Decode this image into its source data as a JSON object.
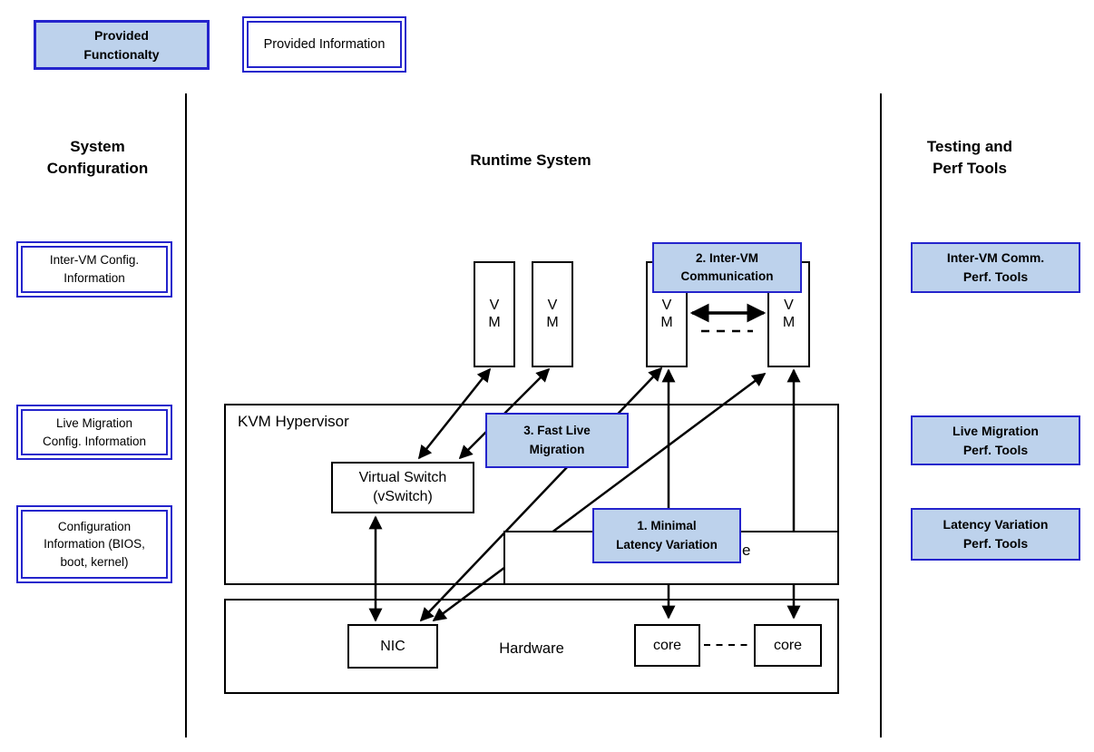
{
  "colors": {
    "accent_blue_border": "#2424cc",
    "light_blue_fill": "#bdd2ec",
    "line_black": "#000000"
  },
  "legend": {
    "provided_functionality": "Provided\nFunctionalty",
    "provided_information": "Provided Information"
  },
  "left_column": {
    "title": "System\nConfiguration",
    "boxes": [
      {
        "label": "Inter-VM Config.\nInformation"
      },
      {
        "label": "Live Migration\nConfig. Information"
      },
      {
        "label": "Configuration\nInformation (BIOS,\nboot, kernel)"
      }
    ]
  },
  "center": {
    "title": "Runtime System",
    "hypervisor_label": "KVM Hypervisor",
    "vswitch_label": "Virtual Switch\n(vSwitch)",
    "guest_box_partial_label": "e",
    "hardware_label": "Hardware",
    "nic_label": "NIC",
    "vms": [
      {
        "label": "V\nM"
      },
      {
        "label": "V\nM"
      },
      {
        "label": "V\nM"
      },
      {
        "label": "V\nM"
      }
    ],
    "cores": [
      {
        "label": "core"
      },
      {
        "label": "core"
      }
    ],
    "callouts": [
      {
        "label": "1. Minimal\nLatency Variation"
      },
      {
        "label": "2. Inter-VM\nCommunication"
      },
      {
        "label": "3. Fast Live\nMigration"
      }
    ]
  },
  "right_column": {
    "title": "Testing and\nPerf Tools",
    "boxes": [
      {
        "label": "Inter-VM Comm.\nPerf. Tools"
      },
      {
        "label": "Live Migration\nPerf. Tools"
      },
      {
        "label": "Latency Variation\nPerf. Tools"
      }
    ]
  }
}
